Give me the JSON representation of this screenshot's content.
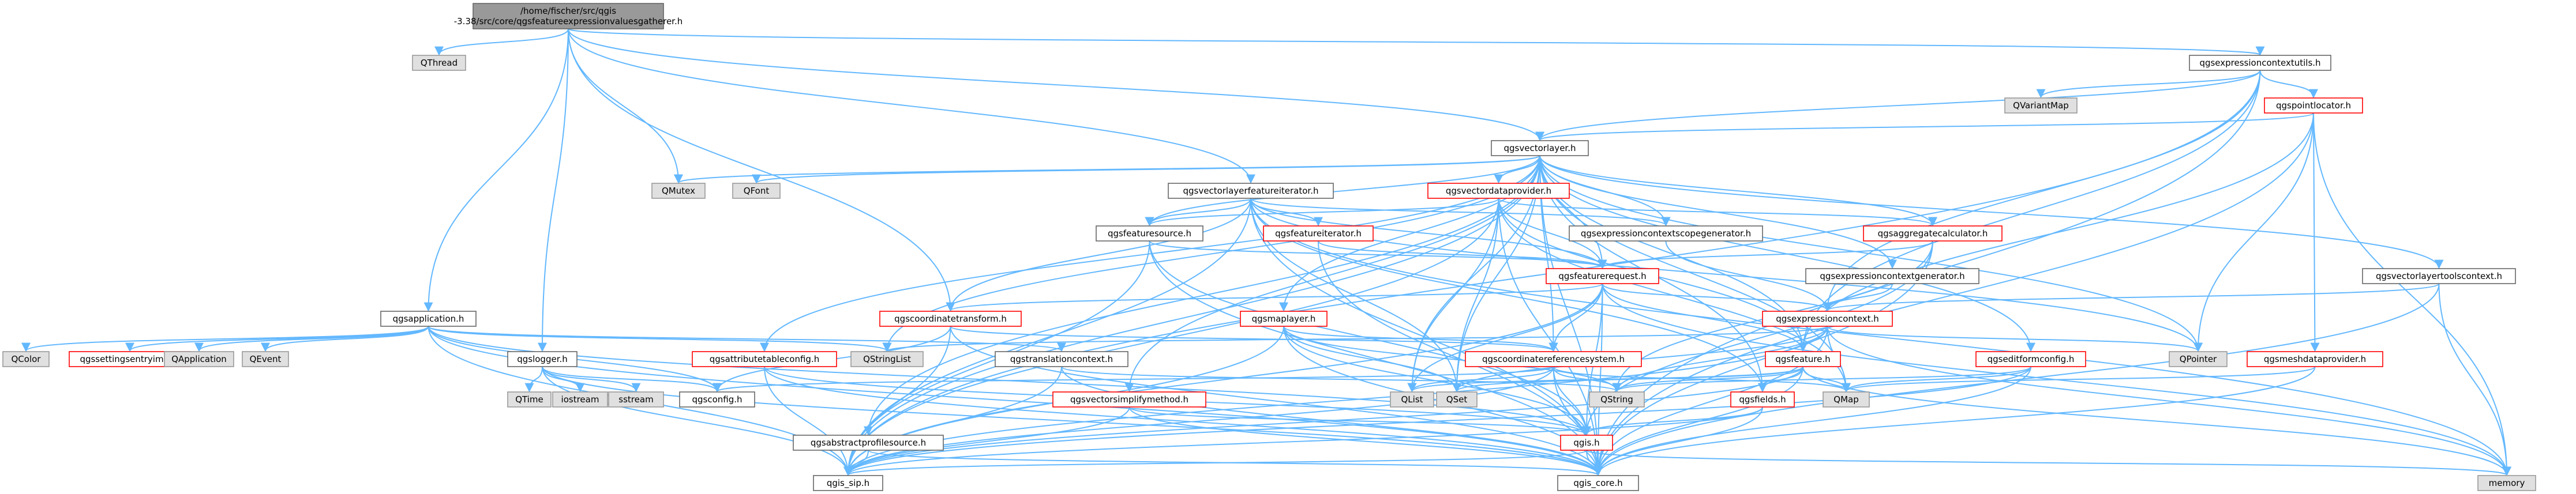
{
  "colors": {
    "background": "#ffffff",
    "edge": "#63b8ff",
    "root_fill": "#999999",
    "root_stroke": "#666666",
    "file_fill": "#ffffff",
    "file_stroke": "#666666",
    "missing_fill": "#e0e0e0",
    "missing_stroke": "#999999",
    "truncated_stroke": "#ff0000"
  },
  "nodes": [
    {
      "id": "root",
      "label": "/home/fischer/src/qgis-3.38/src/core/qgsfeatureexpressionvaluesgatherer.h",
      "lines": [
        "/home/fischer/src/qgis",
        "-3.38/src/core/qgsfeatureexpressionvaluesgatherer.h"
      ],
      "kind": "root"
    },
    {
      "id": "qthread",
      "label": "QThread",
      "kind": "missing"
    },
    {
      "id": "qgsexpressioncontextutils",
      "label": "qgsexpressioncontextutils.h",
      "kind": "file"
    },
    {
      "id": "qvariantmap",
      "label": "QVariantMap",
      "kind": "missing"
    },
    {
      "id": "qgspointlocator",
      "label": "qgspointlocator.h",
      "kind": "truncated"
    },
    {
      "id": "qgsvectorlayer",
      "label": "qgsvectorlayer.h",
      "kind": "file"
    },
    {
      "id": "qmutex",
      "label": "QMutex",
      "kind": "missing"
    },
    {
      "id": "qfont",
      "label": "QFont",
      "kind": "missing"
    },
    {
      "id": "qgsvectorlayerfeatureiterator",
      "label": "qgsvectorlayerfeatureiterator.h",
      "kind": "file"
    },
    {
      "id": "qgsvectordataprovider",
      "label": "qgsvectordataprovider.h",
      "kind": "truncated"
    },
    {
      "id": "qgsexpressioncontextscopegenerator",
      "label": "qgsexpressioncontextscopegenerator.h",
      "kind": "file"
    },
    {
      "id": "qgsaggregatecalculator",
      "label": "qgsaggregatecalculator.h",
      "kind": "truncated"
    },
    {
      "id": "qgsfeaturesource",
      "label": "qgsfeaturesource.h",
      "kind": "file"
    },
    {
      "id": "qgsfeatureiterator",
      "label": "qgsfeatureiterator.h",
      "kind": "truncated"
    },
    {
      "id": "qgsfeaturerequest",
      "label": "qgsfeaturerequest.h",
      "kind": "truncated"
    },
    {
      "id": "qgsexpressioncontextgenerator",
      "label": "qgsexpressioncontextgenerator.h",
      "kind": "file"
    },
    {
      "id": "qgsvectorlayertoolscontext",
      "label": "qgsvectorlayertoolscontext.h",
      "kind": "file"
    },
    {
      "id": "qgsapplication",
      "label": "qgsapplication.h",
      "kind": "file"
    },
    {
      "id": "qgscoordinatetransform",
      "label": "qgscoordinatetransform.h",
      "kind": "truncated"
    },
    {
      "id": "qgsmaplayer",
      "label": "qgsmaplayer.h",
      "kind": "truncated"
    },
    {
      "id": "qgsexpressioncontext",
      "label": "qgsexpressioncontext.h",
      "kind": "truncated"
    },
    {
      "id": "qpointer",
      "label": "QPointer",
      "kind": "missing"
    },
    {
      "id": "qcolor",
      "label": "QColor",
      "kind": "missing"
    },
    {
      "id": "qgssettingsentryimpl",
      "label": "qgssettingsentryimpl.h",
      "kind": "truncated"
    },
    {
      "id": "qapplication",
      "label": "QApplication",
      "kind": "missing"
    },
    {
      "id": "qevent",
      "label": "QEvent",
      "kind": "missing"
    },
    {
      "id": "qstringlist",
      "label": "QStringList",
      "kind": "missing"
    },
    {
      "id": "qgstranslationcontext",
      "label": "qgstranslationcontext.h",
      "kind": "file"
    },
    {
      "id": "qgslogger",
      "label": "qgslogger.h",
      "kind": "file"
    },
    {
      "id": "qgsattributetableconfig",
      "label": "qgsattributetableconfig.h",
      "kind": "truncated"
    },
    {
      "id": "qgscoordinatereferencesystem",
      "label": "qgscoordinatereferencesystem.h",
      "kind": "truncated"
    },
    {
      "id": "qgsfeature",
      "label": "qgsfeature.h",
      "kind": "truncated"
    },
    {
      "id": "qgseditformconfig",
      "label": "qgseditformconfig.h",
      "kind": "truncated"
    },
    {
      "id": "qgsmeshdataprovider",
      "label": "qgsmeshdataprovider.h",
      "kind": "truncated"
    },
    {
      "id": "qtime",
      "label": "QTime",
      "kind": "missing"
    },
    {
      "id": "iostream",
      "label": "iostream",
      "kind": "missing"
    },
    {
      "id": "sstream",
      "label": "sstream",
      "kind": "missing"
    },
    {
      "id": "qgsconfig",
      "label": "qgsconfig.h",
      "kind": "file"
    },
    {
      "id": "qgsvectorsimplifymethod",
      "label": "qgsvectorsimplifymethod.h",
      "kind": "truncated"
    },
    {
      "id": "qlist",
      "label": "QList",
      "kind": "missing"
    },
    {
      "id": "qset",
      "label": "QSet",
      "kind": "missing"
    },
    {
      "id": "qstring",
      "label": "QString",
      "kind": "missing"
    },
    {
      "id": "qgsfields",
      "label": "qgsfields.h",
      "kind": "truncated"
    },
    {
      "id": "qmap",
      "label": "QMap",
      "kind": "missing"
    },
    {
      "id": "qgsabstractprofilesource",
      "label": "qgsabstractprofilesource.h",
      "kind": "file"
    },
    {
      "id": "qgis",
      "label": "qgis.h",
      "kind": "truncated"
    },
    {
      "id": "qgis_sip",
      "label": "qgis_sip.h",
      "kind": "file"
    },
    {
      "id": "qgis_core",
      "label": "qgis_core.h",
      "kind": "file"
    },
    {
      "id": "memory",
      "label": "memory",
      "kind": "missing"
    }
  ],
  "edges": [
    [
      "root",
      "qthread"
    ],
    [
      "root",
      "qgsexpressioncontextutils"
    ],
    [
      "root",
      "qgsvectorlayer"
    ],
    [
      "root",
      "qgsvectorlayerfeatureiterator"
    ],
    [
      "root",
      "qgsapplication"
    ],
    [
      "root",
      "qmutex"
    ],
    [
      "root",
      "qgslogger"
    ],
    [
      "root",
      "qgscoordinatetransform"
    ],
    [
      "qgsexpressioncontextutils",
      "qvariantmap"
    ],
    [
      "qgsexpressioncontextutils",
      "qgspointlocator"
    ],
    [
      "qgsexpressioncontextutils",
      "qgsvectorlayer"
    ],
    [
      "qgsexpressioncontextutils",
      "qgsexpressioncontext"
    ],
    [
      "qgsexpressioncontextutils",
      "qgsfeature"
    ],
    [
      "qgsexpressioncontextutils",
      "qgis_core"
    ],
    [
      "qgsexpressioncontextutils",
      "qgis_sip"
    ],
    [
      "qgspointlocator",
      "qgsvectorlayer"
    ],
    [
      "qgspointlocator",
      "qpointer"
    ],
    [
      "qgspointlocator",
      "memory"
    ],
    [
      "qgspointlocator",
      "qgis_core"
    ],
    [
      "qgspointlocator",
      "qgsfeature"
    ],
    [
      "qgspointlocator",
      "qgsmeshdataprovider"
    ],
    [
      "qgsvectorlayer",
      "qmutex"
    ],
    [
      "qgsvectorlayer",
      "qfont"
    ],
    [
      "qgsvectorlayer",
      "qgsvectordataprovider"
    ],
    [
      "qgsvectorlayer",
      "qgsmaplayer"
    ],
    [
      "qgsvectorlayer",
      "qgsfeature"
    ],
    [
      "qgsvectorlayer",
      "qgsfeaturesource"
    ],
    [
      "qgsvectorlayer",
      "qgsfeaturerequest"
    ],
    [
      "qgsvectorlayer",
      "qgsexpressioncontextscopegenerator"
    ],
    [
      "qgsvectorlayer",
      "qgsaggregatecalculator"
    ],
    [
      "qgsvectorlayer",
      "qgsexpressioncontextgenerator"
    ],
    [
      "qgsvectorlayer",
      "qgsvectorlayertoolscontext"
    ],
    [
      "qgsvectorlayer",
      "qgseditformconfig"
    ],
    [
      "qgsvectorlayer",
      "qgsattributetableconfig"
    ],
    [
      "qgsvectorlayer",
      "qgsvectorsimplifymethod"
    ],
    [
      "qgsvectorlayer",
      "qgsabstractprofilesource"
    ],
    [
      "qgsvectorlayer",
      "qstringlist"
    ],
    [
      "qgsvectorlayer",
      "qset"
    ],
    [
      "qgsvectorlayer",
      "qlist"
    ],
    [
      "qgsvectorlayer",
      "qpointer"
    ],
    [
      "qgsvectorlayer",
      "qgis_core"
    ],
    [
      "qgsvectorlayer",
      "qgis_sip"
    ],
    [
      "qgsvectorlayer",
      "qgsfields"
    ],
    [
      "qgsvectorlayer",
      "qgscoordinatereferencesystem"
    ],
    [
      "qgsvectorlayer",
      "qmap"
    ],
    [
      "qgsvectorlayerfeatureiterator",
      "qgsfeatureiterator"
    ],
    [
      "qgsvectorlayerfeatureiterator",
      "qgsfeaturesource"
    ],
    [
      "qgsvectorlayerfeatureiterator",
      "qgsfeaturerequest"
    ],
    [
      "qgsvectorlayerfeatureiterator",
      "qgsexpressioncontextscopegenerator"
    ],
    [
      "qgsvectorlayerfeatureiterator",
      "qgscoordinatetransform"
    ],
    [
      "qgsvectorlayerfeatureiterator",
      "qgsfields"
    ],
    [
      "qgsvectorlayerfeatureiterator",
      "qset"
    ],
    [
      "qgsvectorlayerfeatureiterator",
      "memory"
    ],
    [
      "qgsvectorlayerfeatureiterator",
      "qgis_core"
    ],
    [
      "qgsvectorlayerfeatureiterator",
      "qgis_sip"
    ],
    [
      "qgsvectorlayerfeatureiterator",
      "qpointer"
    ],
    [
      "qgsvectordataprovider",
      "qgsfeaturerequest"
    ],
    [
      "qgsvectordataprovider",
      "qgsaggregatecalculator"
    ],
    [
      "qgsvectordataprovider",
      "qgsfeaturesource"
    ],
    [
      "qgsvectordataprovider",
      "qset"
    ],
    [
      "qgsvectordataprovider",
      "qlist"
    ],
    [
      "qgsvectordataprovider",
      "qmap"
    ],
    [
      "qgsvectordataprovider",
      "qgis_core"
    ],
    [
      "qgsvectordataprovider",
      "qgsfeature"
    ],
    [
      "qgsvectordataprovider",
      "qgis_sip"
    ],
    [
      "qgsexpressioncontextscopegenerator",
      "qgsexpressioncontext"
    ],
    [
      "qgsaggregatecalculator",
      "qgsfeaturerequest"
    ],
    [
      "qgsaggregatecalculator",
      "qgis_core"
    ],
    [
      "qgsaggregatecalculator",
      "qgis"
    ],
    [
      "qgsaggregatecalculator",
      "qstring"
    ],
    [
      "qgsfeaturesource",
      "qgsfeaturerequest"
    ],
    [
      "qgsfeaturesource",
      "qgis_core"
    ],
    [
      "qgsfeaturesource",
      "qgis_sip"
    ],
    [
      "qgsfeaturesource",
      "qgis"
    ],
    [
      "qgsfeatureiterator",
      "qgsfeaturerequest"
    ],
    [
      "qgsfeatureiterator",
      "qgis_core"
    ],
    [
      "qgsfeaturerequest",
      "qgsfeature"
    ],
    [
      "qgsfeaturerequest",
      "qgsexpressioncontext"
    ],
    [
      "qgsfeaturerequest",
      "qgscoordinatereferencesystem"
    ],
    [
      "qgsfeaturerequest",
      "qgscoordinatetransform"
    ],
    [
      "qgsfeaturerequest",
      "qlist"
    ],
    [
      "qgsfeaturerequest",
      "memory"
    ],
    [
      "qgsfeaturerequest",
      "qgis_core"
    ],
    [
      "qgsfeaturerequest",
      "qgis_sip"
    ],
    [
      "qgsfeaturerequest",
      "qgis"
    ],
    [
      "qgsexpressioncontextgenerator",
      "qgsexpressioncontext"
    ],
    [
      "qgsvectorlayertoolscontext",
      "qgsexpressioncontext"
    ],
    [
      "qgsvectorlayertoolscontext",
      "qgis_core"
    ],
    [
      "qgsvectorlayertoolscontext",
      "memory"
    ],
    [
      "qgsapplication",
      "qcolor"
    ],
    [
      "qgsapplication",
      "qgssettingsentryimpl"
    ],
    [
      "qgsapplication",
      "qapplication"
    ],
    [
      "qgsapplication",
      "qevent"
    ],
    [
      "qgsapplication",
      "qstringlist"
    ],
    [
      "qgsapplication",
      "qgstranslationcontext"
    ],
    [
      "qgsapplication",
      "qgsconfig"
    ],
    [
      "qgsapplication",
      "qgis_core"
    ],
    [
      "qgsapplication",
      "qgis_sip"
    ],
    [
      "qgsapplication",
      "qgis"
    ],
    [
      "qgscoordinatetransform",
      "qgscoordinatereferencesystem"
    ],
    [
      "qgscoordinatetransform",
      "qgis_core"
    ],
    [
      "qgscoordinatetransform",
      "qgis_sip"
    ],
    [
      "qgscoordinatetransform",
      "qgsconfig"
    ],
    [
      "qgsmaplayer",
      "qgscoordinatereferencesystem"
    ],
    [
      "qgsmaplayer",
      "qgis_core"
    ],
    [
      "qgsmaplayer",
      "qgis_sip"
    ],
    [
      "qgsmaplayer",
      "qgis"
    ],
    [
      "qgsmaplayer",
      "qset"
    ],
    [
      "qgsmaplayer",
      "qstring"
    ],
    [
      "qgsexpressioncontext",
      "qstringlist"
    ],
    [
      "qgsexpressioncontext",
      "qmap"
    ],
    [
      "qgsexpressioncontext",
      "qpointer"
    ],
    [
      "qgsexpressioncontext",
      "qstring"
    ],
    [
      "qgsexpressioncontext",
      "qgis_core"
    ],
    [
      "qgsexpressioncontext",
      "qgis_sip"
    ],
    [
      "qgsexpressioncontext",
      "memory"
    ],
    [
      "qgsexpressioncontext",
      "qset"
    ],
    [
      "qgstranslationcontext",
      "qgis_core"
    ],
    [
      "qgstranslationcontext",
      "qgis_sip"
    ],
    [
      "qgstranslationcontext",
      "qstring"
    ],
    [
      "qgslogger",
      "qtime"
    ],
    [
      "qgslogger",
      "iostream"
    ],
    [
      "qgslogger",
      "sstream"
    ],
    [
      "qgslogger",
      "qgsconfig"
    ],
    [
      "qgslogger",
      "qgis_core"
    ],
    [
      "qgslogger",
      "qgis_sip"
    ],
    [
      "qgsattributetableconfig",
      "qgis_core"
    ],
    [
      "qgsattributetableconfig",
      "qgis_sip"
    ],
    [
      "qgsattributetableconfig",
      "qgis"
    ],
    [
      "qgscoordinatereferencesystem",
      "qgis_core"
    ],
    [
      "qgscoordinatereferencesystem",
      "qgis_sip"
    ],
    [
      "qgscoordinatereferencesystem",
      "qgis"
    ],
    [
      "qgscoordinatereferencesystem",
      "qstring"
    ],
    [
      "qgscoordinatereferencesystem",
      "qmap"
    ],
    [
      "qgscoordinatereferencesystem",
      "qgsconfig"
    ],
    [
      "qgscoordinatereferencesystem",
      "qlist"
    ],
    [
      "qgsfeature",
      "qgsfields"
    ],
    [
      "qgsfeature",
      "qlist"
    ],
    [
      "qgsfeature",
      "qmap"
    ],
    [
      "qgsfeature",
      "qset"
    ],
    [
      "qgsfeature",
      "qstring"
    ],
    [
      "qgsfeature",
      "qgis_core"
    ],
    [
      "qgsfeature",
      "qgis_sip"
    ],
    [
      "qgsfeature",
      "memory"
    ],
    [
      "qgseditformconfig",
      "qgis_core"
    ],
    [
      "qgseditformconfig",
      "qgis_sip"
    ],
    [
      "qgseditformconfig",
      "qmap"
    ],
    [
      "qgseditformconfig",
      "qstring"
    ],
    [
      "qgsmeshdataprovider",
      "qgis_core"
    ],
    [
      "qgsmeshdataprovider",
      "qmap"
    ],
    [
      "qgsvectorsimplifymethod",
      "qgis_core"
    ],
    [
      "qgsvectorsimplifymethod",
      "qgis"
    ],
    [
      "qgsvectorsimplifymethod",
      "qgis_sip"
    ],
    [
      "qgsfields",
      "qgis_core"
    ],
    [
      "qgsfields",
      "qgis_sip"
    ],
    [
      "qgsfields",
      "qgis"
    ],
    [
      "qgsabstractprofilesource",
      "qgis_core"
    ],
    [
      "qgsabstractprofilesource",
      "qgis_sip"
    ],
    [
      "qgis",
      "qgis_core"
    ],
    [
      "qgis",
      "qgis_sip"
    ],
    [
      "qgis",
      "memory"
    ]
  ]
}
